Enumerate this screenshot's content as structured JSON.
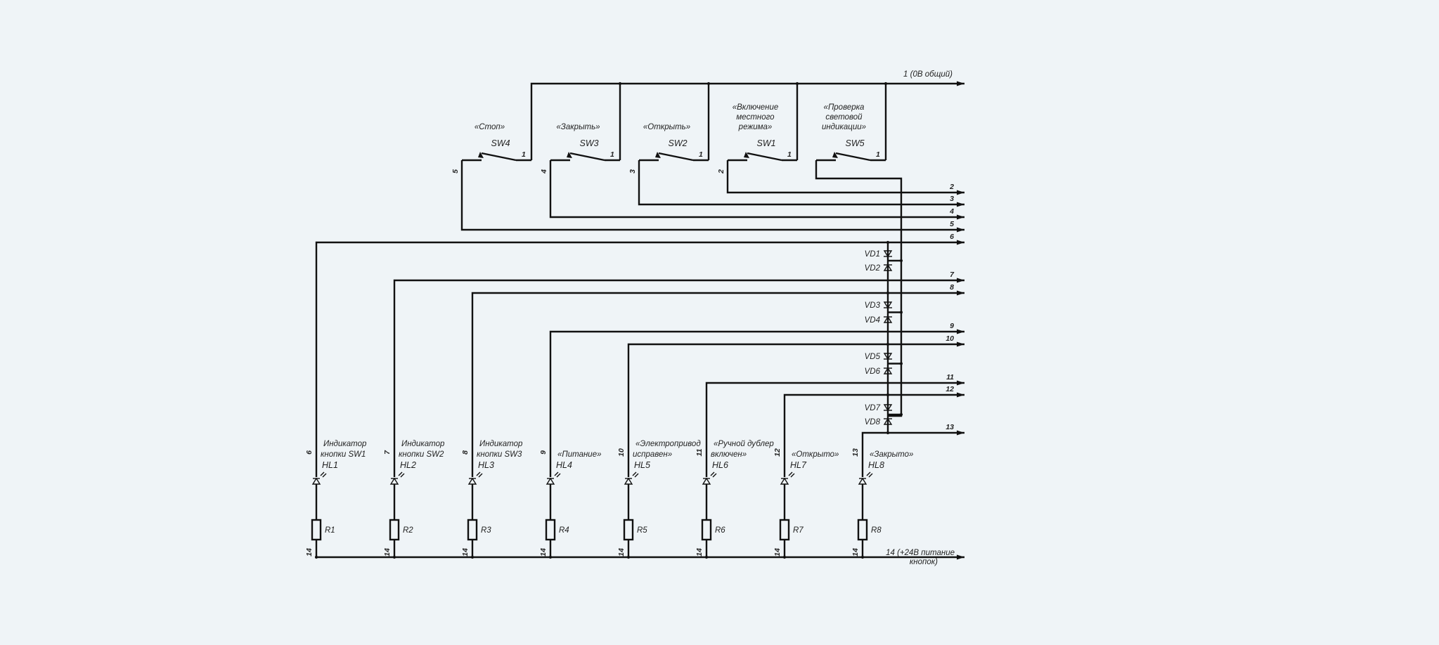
{
  "bus_top_label": "1 (0В общий)",
  "bus_bottom_label": [
    "14 (+24В питание",
    "кнопок)"
  ],
  "switches": [
    {
      "id": "SW4",
      "caption": [
        "«Стоп»"
      ],
      "pin_left": "5",
      "pin_right": "1"
    },
    {
      "id": "SW3",
      "caption": [
        "«Закрыть»"
      ],
      "pin_left": "4",
      "pin_right": "1"
    },
    {
      "id": "SW2",
      "caption": [
        "«Открыть»"
      ],
      "pin_left": "3",
      "pin_right": "1"
    },
    {
      "id": "SW1",
      "caption": [
        "«Включение",
        "местного",
        "режима»"
      ],
      "pin_left": "2",
      "pin_right": "1"
    },
    {
      "id": "SW5",
      "caption": [
        "«Проверка",
        "световой",
        "индикации»"
      ],
      "pin_left": "",
      "pin_right": "1"
    }
  ],
  "diodes": [
    "VD1",
    "VD2",
    "VD3",
    "VD4",
    "VD5",
    "VD6",
    "VD7",
    "VD8"
  ],
  "outputs": [
    "2",
    "3",
    "4",
    "5",
    "6",
    "7",
    "8",
    "9",
    "10",
    "11",
    "12",
    "13"
  ],
  "indicators": [
    {
      "id": "HL1",
      "caption": [
        "Индикатор",
        "кнопки SW1"
      ],
      "wire": "6",
      "resistor": "R1",
      "bottom": "14"
    },
    {
      "id": "HL2",
      "caption": [
        "Индикатор",
        "кнопки SW2"
      ],
      "wire": "7",
      "resistor": "R2",
      "bottom": "14"
    },
    {
      "id": "HL3",
      "caption": [
        "Индикатор",
        "кнопки SW3"
      ],
      "wire": "8",
      "resistor": "R3",
      "bottom": "14"
    },
    {
      "id": "HL4",
      "caption": [
        "«Питание»"
      ],
      "wire": "9",
      "resistor": "R4",
      "bottom": "14"
    },
    {
      "id": "HL5",
      "caption": [
        "«Электропривод",
        "исправен»"
      ],
      "wire": "10",
      "resistor": "R5",
      "bottom": "14"
    },
    {
      "id": "HL6",
      "caption": [
        "«Ручной дублер",
        "включен»"
      ],
      "wire": "11",
      "resistor": "R6",
      "bottom": "14"
    },
    {
      "id": "HL7",
      "caption": [
        "«Открыто»"
      ],
      "wire": "12",
      "resistor": "R7",
      "bottom": "14"
    },
    {
      "id": "HL8",
      "caption": [
        "«Закрыто»"
      ],
      "wire": "13",
      "resistor": "R8",
      "bottom": "14"
    }
  ]
}
